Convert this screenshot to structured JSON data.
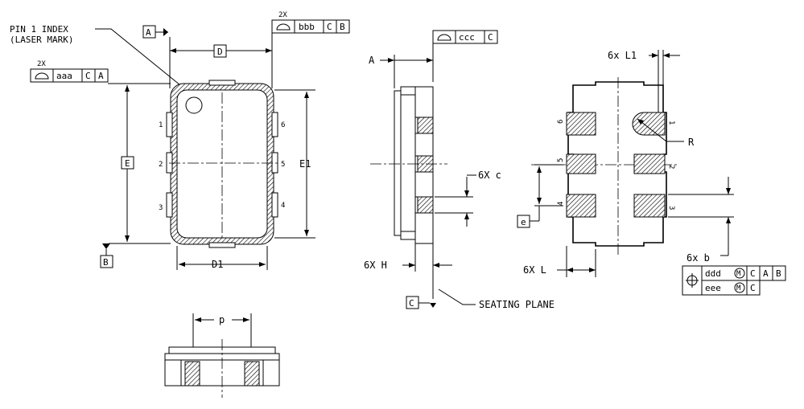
{
  "top_view": {
    "pin1_line1": "PIN 1 INDEX",
    "pin1_line2": "(LASER MARK)",
    "datum_a": "A",
    "datum_b": "B",
    "dim_d": "D",
    "dim_d1": "D1",
    "dim_e": "E",
    "dim_e1": "E1",
    "pin_labels": [
      "1",
      "2",
      "3",
      "4",
      "5",
      "6"
    ],
    "fcf_aaa": {
      "count": "2X",
      "tol": "aaa",
      "ref1": "C",
      "ref2": "A"
    },
    "fcf_bbb": {
      "count": "2X",
      "tol": "bbb",
      "ref1": "C",
      "ref2": "B"
    }
  },
  "side_view": {
    "dim_a": "A",
    "fcf_ccc": {
      "tol": "ccc",
      "ref1": "C"
    },
    "dim_c": "6X c",
    "dim_h": "6X H",
    "datum_c": "C",
    "seating_plane": "SEATING PLANE"
  },
  "bottom_view": {
    "dim_l1": "6x L1",
    "dim_r": "R",
    "dim_e_pitch": "e",
    "dim_l": "6X L",
    "dim_b": "6x b",
    "pin_labels": [
      "1",
      "2",
      "3",
      "4",
      "5",
      "6"
    ],
    "fcf_position": {
      "row1": [
        "ddd",
        "C",
        "A",
        "B"
      ],
      "row2": [
        "eee",
        "C"
      ]
    }
  },
  "end_view": {
    "dim_p": "p"
  }
}
